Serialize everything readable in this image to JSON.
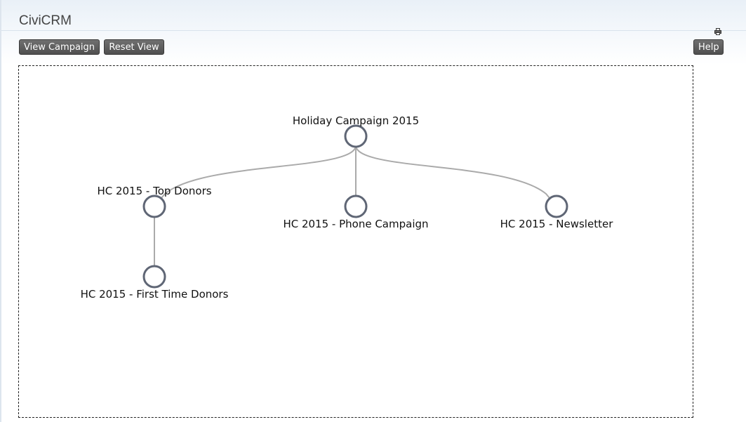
{
  "app": {
    "title": "CiviCRM"
  },
  "toolbar": {
    "view_campaign_label": "View Campaign",
    "reset_view_label": "Reset View",
    "help_label": "Help",
    "print_icon": "printer-icon"
  },
  "tree": {
    "nodes": [
      {
        "id": "root",
        "label": "Holiday Campaign 2015",
        "parent": null,
        "label_position": "above"
      },
      {
        "id": "top_donors",
        "label": "HC 2015 - Top Donors",
        "parent": "root",
        "label_position": "above"
      },
      {
        "id": "phone",
        "label": "HC 2015 - Phone Campaign",
        "parent": "root",
        "label_position": "below"
      },
      {
        "id": "newsletter",
        "label": "HC 2015 - Newsletter",
        "parent": "root",
        "label_position": "below"
      },
      {
        "id": "first_time",
        "label": "HC 2015 - First Time Donors",
        "parent": "top_donors",
        "label_position": "below"
      }
    ],
    "colors": {
      "node_stroke": "#5f6675",
      "link_stroke": "#aaaaaa"
    }
  }
}
